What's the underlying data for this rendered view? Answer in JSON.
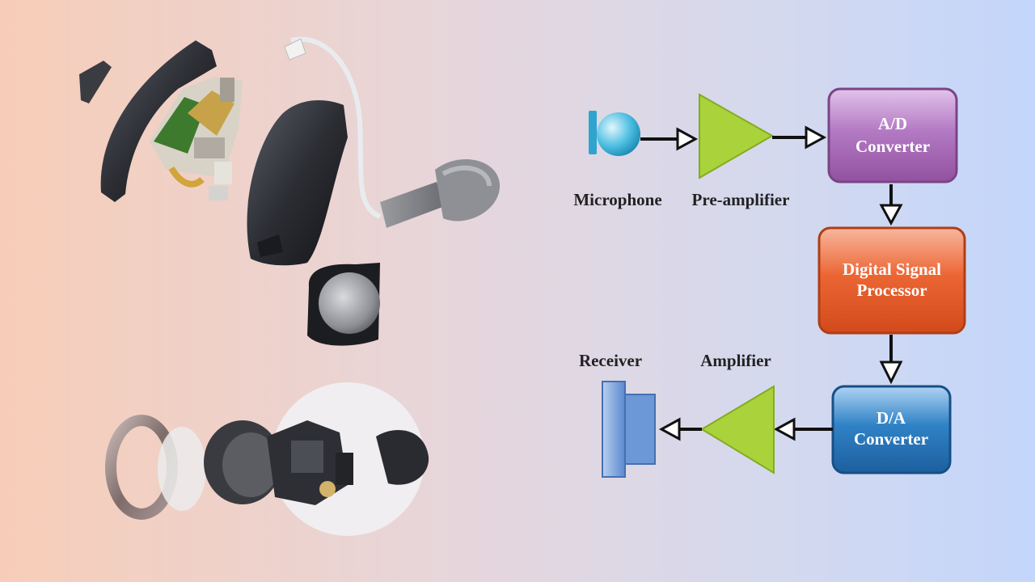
{
  "illustrations": {
    "bte_exploded": "behind-the-ear hearing aid exploded view",
    "ite_exploded": "in-the-ear hearing aid exploded view"
  },
  "diagram": {
    "microphone_label": "Microphone",
    "preamp_label": "Pre-amplifier",
    "ad_line1": "A/D",
    "ad_line2": "Converter",
    "dsp_line1": "Digital Signal",
    "dsp_line2": "Processor",
    "da_line1": "D/A",
    "da_line2": "Converter",
    "amplifier_label": "Amplifier",
    "receiver_label": "Receiver"
  },
  "colors": {
    "ad_block": "#a463b8",
    "dsp_block": "#e75a2c",
    "da_block": "#2670b1",
    "amplifier": "#a9d23b",
    "microphone": "#47b9dc",
    "receiver": "#6c98d6"
  }
}
